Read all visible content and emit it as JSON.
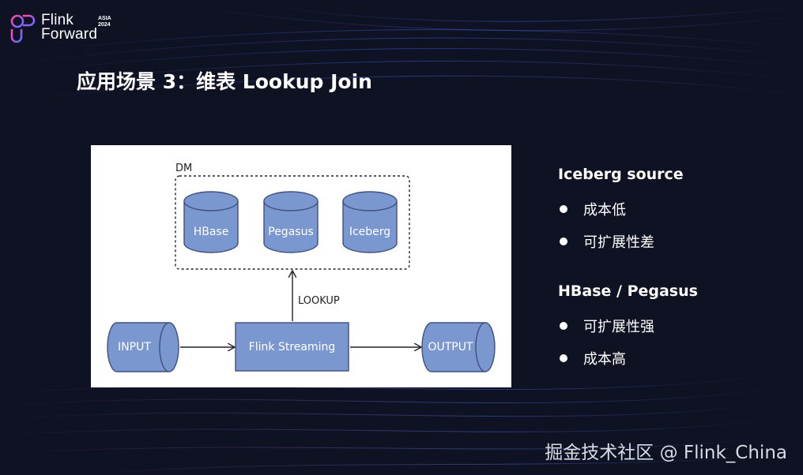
{
  "logo": {
    "line1": "Flink",
    "line2": "Forward",
    "badge_line1": "ASIA",
    "badge_line2": "2024"
  },
  "slide_title": "应用场景 3：维表 Lookup Join",
  "diagram": {
    "group_label": "DM",
    "stores": [
      "HBase",
      "Pegasus",
      "Iceberg"
    ],
    "arrow_label": "LOOKUP",
    "input_label": "INPUT",
    "process_label": "Flink Streaming",
    "output_label": "OUTPUT",
    "fill_color": "#7b97d0",
    "stroke_color": "#40507e"
  },
  "sections": [
    {
      "heading": "Iceberg source",
      "items": [
        "成本低",
        "可扩展性差"
      ]
    },
    {
      "heading": "HBase / Pegasus",
      "items": [
        "可扩展性强",
        "成本高"
      ]
    }
  ],
  "watermark": "掘金技术社区 @ Flink_China"
}
